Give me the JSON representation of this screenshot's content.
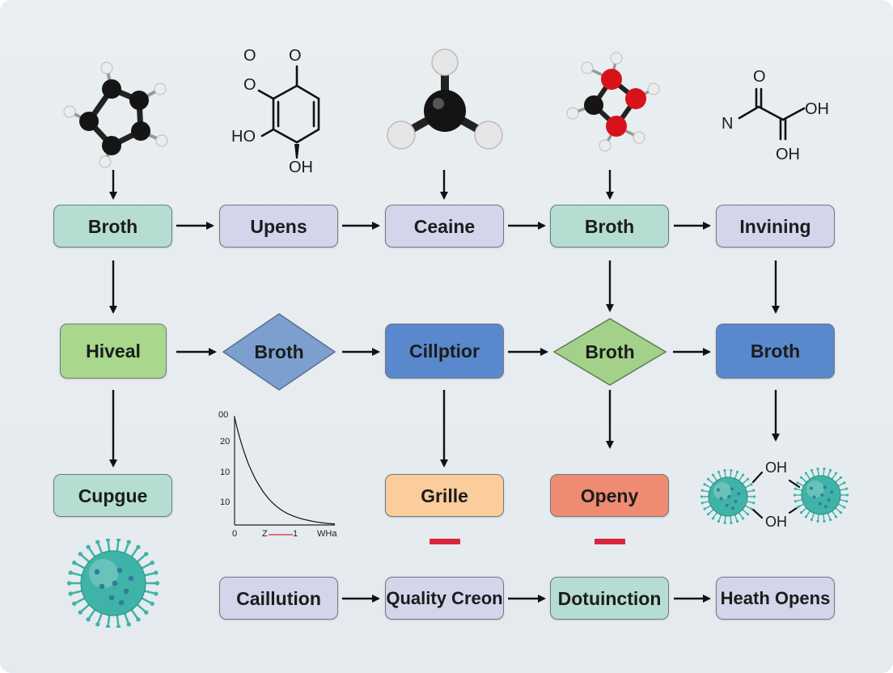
{
  "row1": {
    "n1": "Broth",
    "n2": "Upens",
    "n3": "Ceaine",
    "n4": "Broth",
    "n5": "Invining"
  },
  "row2": {
    "n1": "Hiveal",
    "n2": "Broth",
    "n3": "Cillptior",
    "n4": "Broth",
    "n5": "Broth"
  },
  "row3": {
    "n1": "Cupgue",
    "n3": "Grille",
    "n4": "Openy"
  },
  "row4": {
    "n1": "Caillution",
    "n2": "Quality Creon",
    "n3": "Dotuinction",
    "n4": "Heath Opens"
  },
  "molecules": {
    "m2_atom_top_left": "O",
    "m2_atom_top_right": "O",
    "m2_atom_ring_o": "O",
    "m2_hydroxyl_left": "HO",
    "m2_hydroxyl_bottom": "OH",
    "m5_atom_o": "O",
    "m5_atom_n": "N",
    "m5_hydroxyl_right": "OH",
    "m5_hydroxyl_bottom": "OH",
    "virus_pair_oh_top": "OH",
    "virus_pair_oh_bottom": "OH"
  },
  "chart_data": {
    "type": "line",
    "x_tick_labels": [
      "0",
      "Z",
      "1",
      "WHa"
    ],
    "y_tick_labels": [
      "00",
      "20",
      "10",
      "10"
    ],
    "series": [
      {
        "x": [
          0,
          0.5,
          1,
          1.5,
          2,
          2.5,
          3,
          3.5,
          4
        ],
        "values": [
          100,
          60,
          36,
          21,
          12,
          7,
          4,
          2,
          1
        ]
      }
    ],
    "xlim": [
      0,
      4
    ],
    "ylim": [
      0,
      100
    ],
    "grid": false
  },
  "colors": {
    "teal": "#b5ddd2",
    "lavender": "#d4d4ea",
    "green": "#a9d78c",
    "blue": "#5a88cc",
    "peach": "#fbcc9c",
    "salmon": "#ee8b72",
    "red_marker": "#d8263f",
    "virus": "#3fb3a8"
  }
}
